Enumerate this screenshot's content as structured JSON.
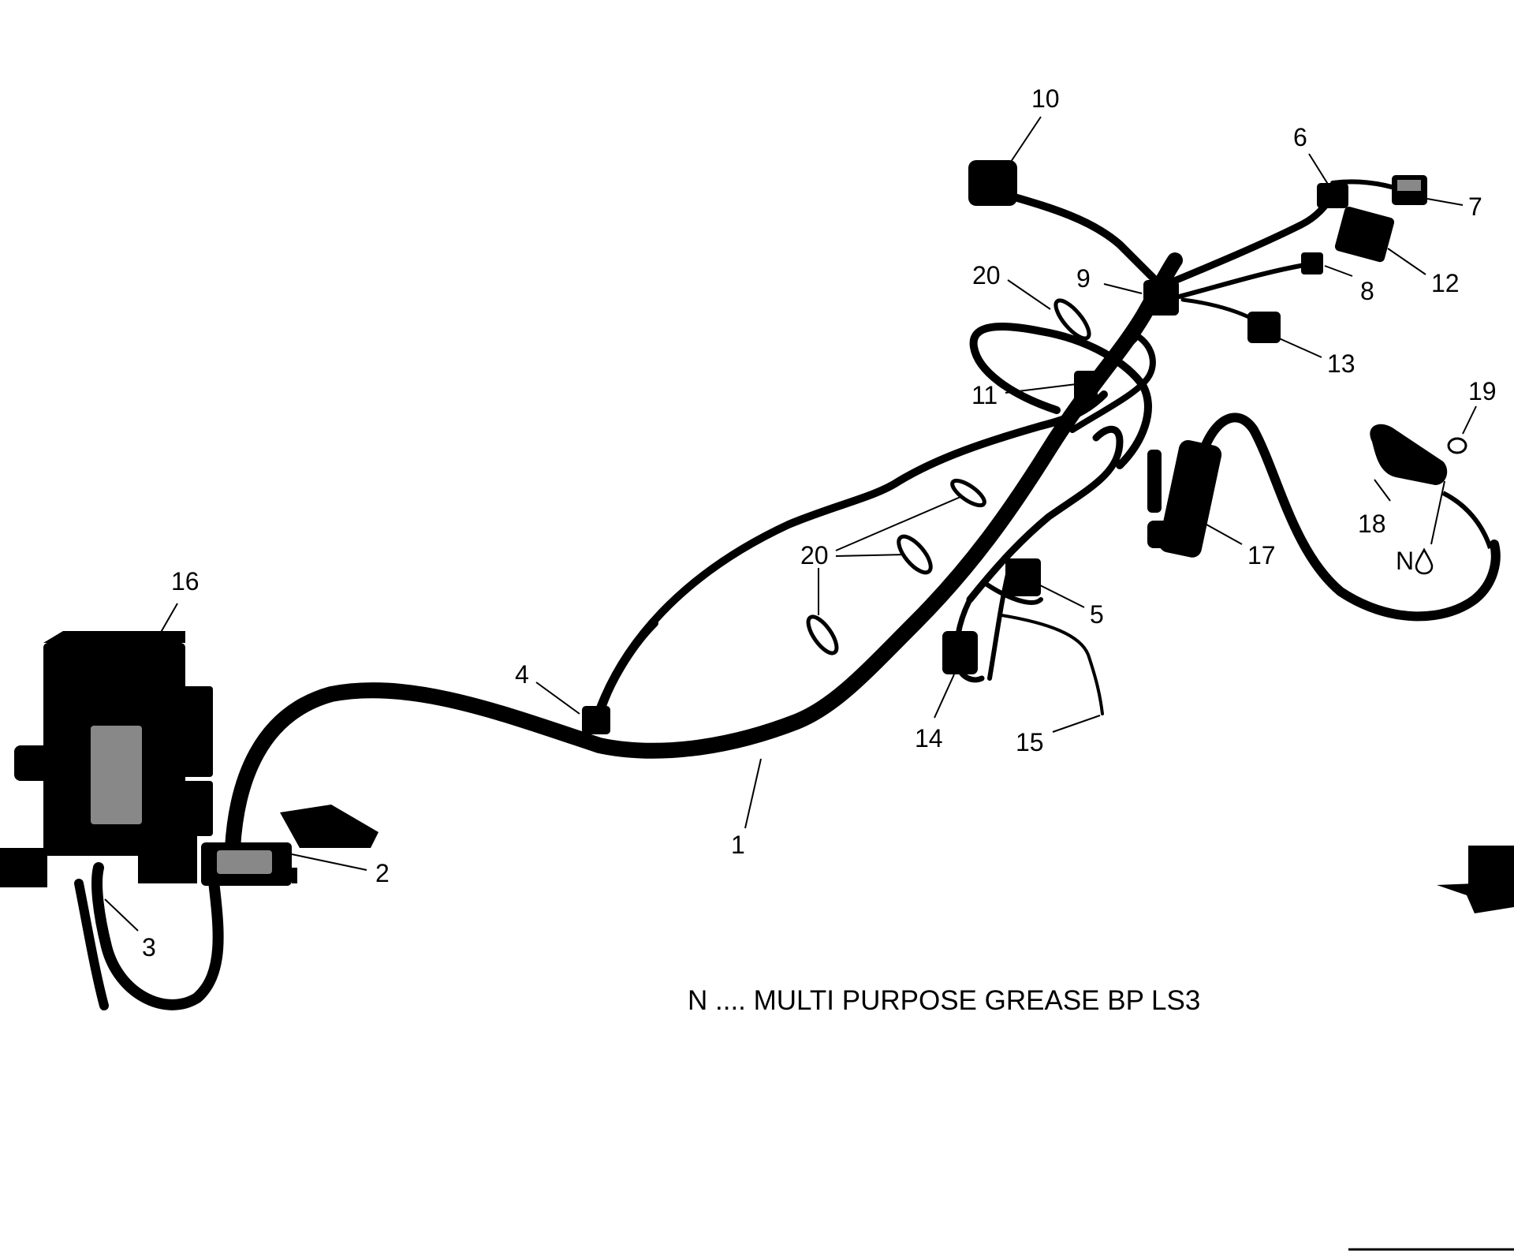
{
  "callouts": {
    "c1": "1",
    "c2": "2",
    "c3": "3",
    "c4": "4",
    "c5": "5",
    "c6": "6",
    "c7": "7",
    "c8": "8",
    "c9": "9",
    "c10": "10",
    "c11": "11",
    "c12": "12",
    "c13": "13",
    "c14": "14",
    "c15": "15",
    "c16": "16",
    "c17": "17",
    "c18": "18",
    "c19": "19",
    "c20a": "20",
    "c20b": "20",
    "n_symbol": "N"
  },
  "note": "N .... MULTI PURPOSE GREASE BP LS3"
}
